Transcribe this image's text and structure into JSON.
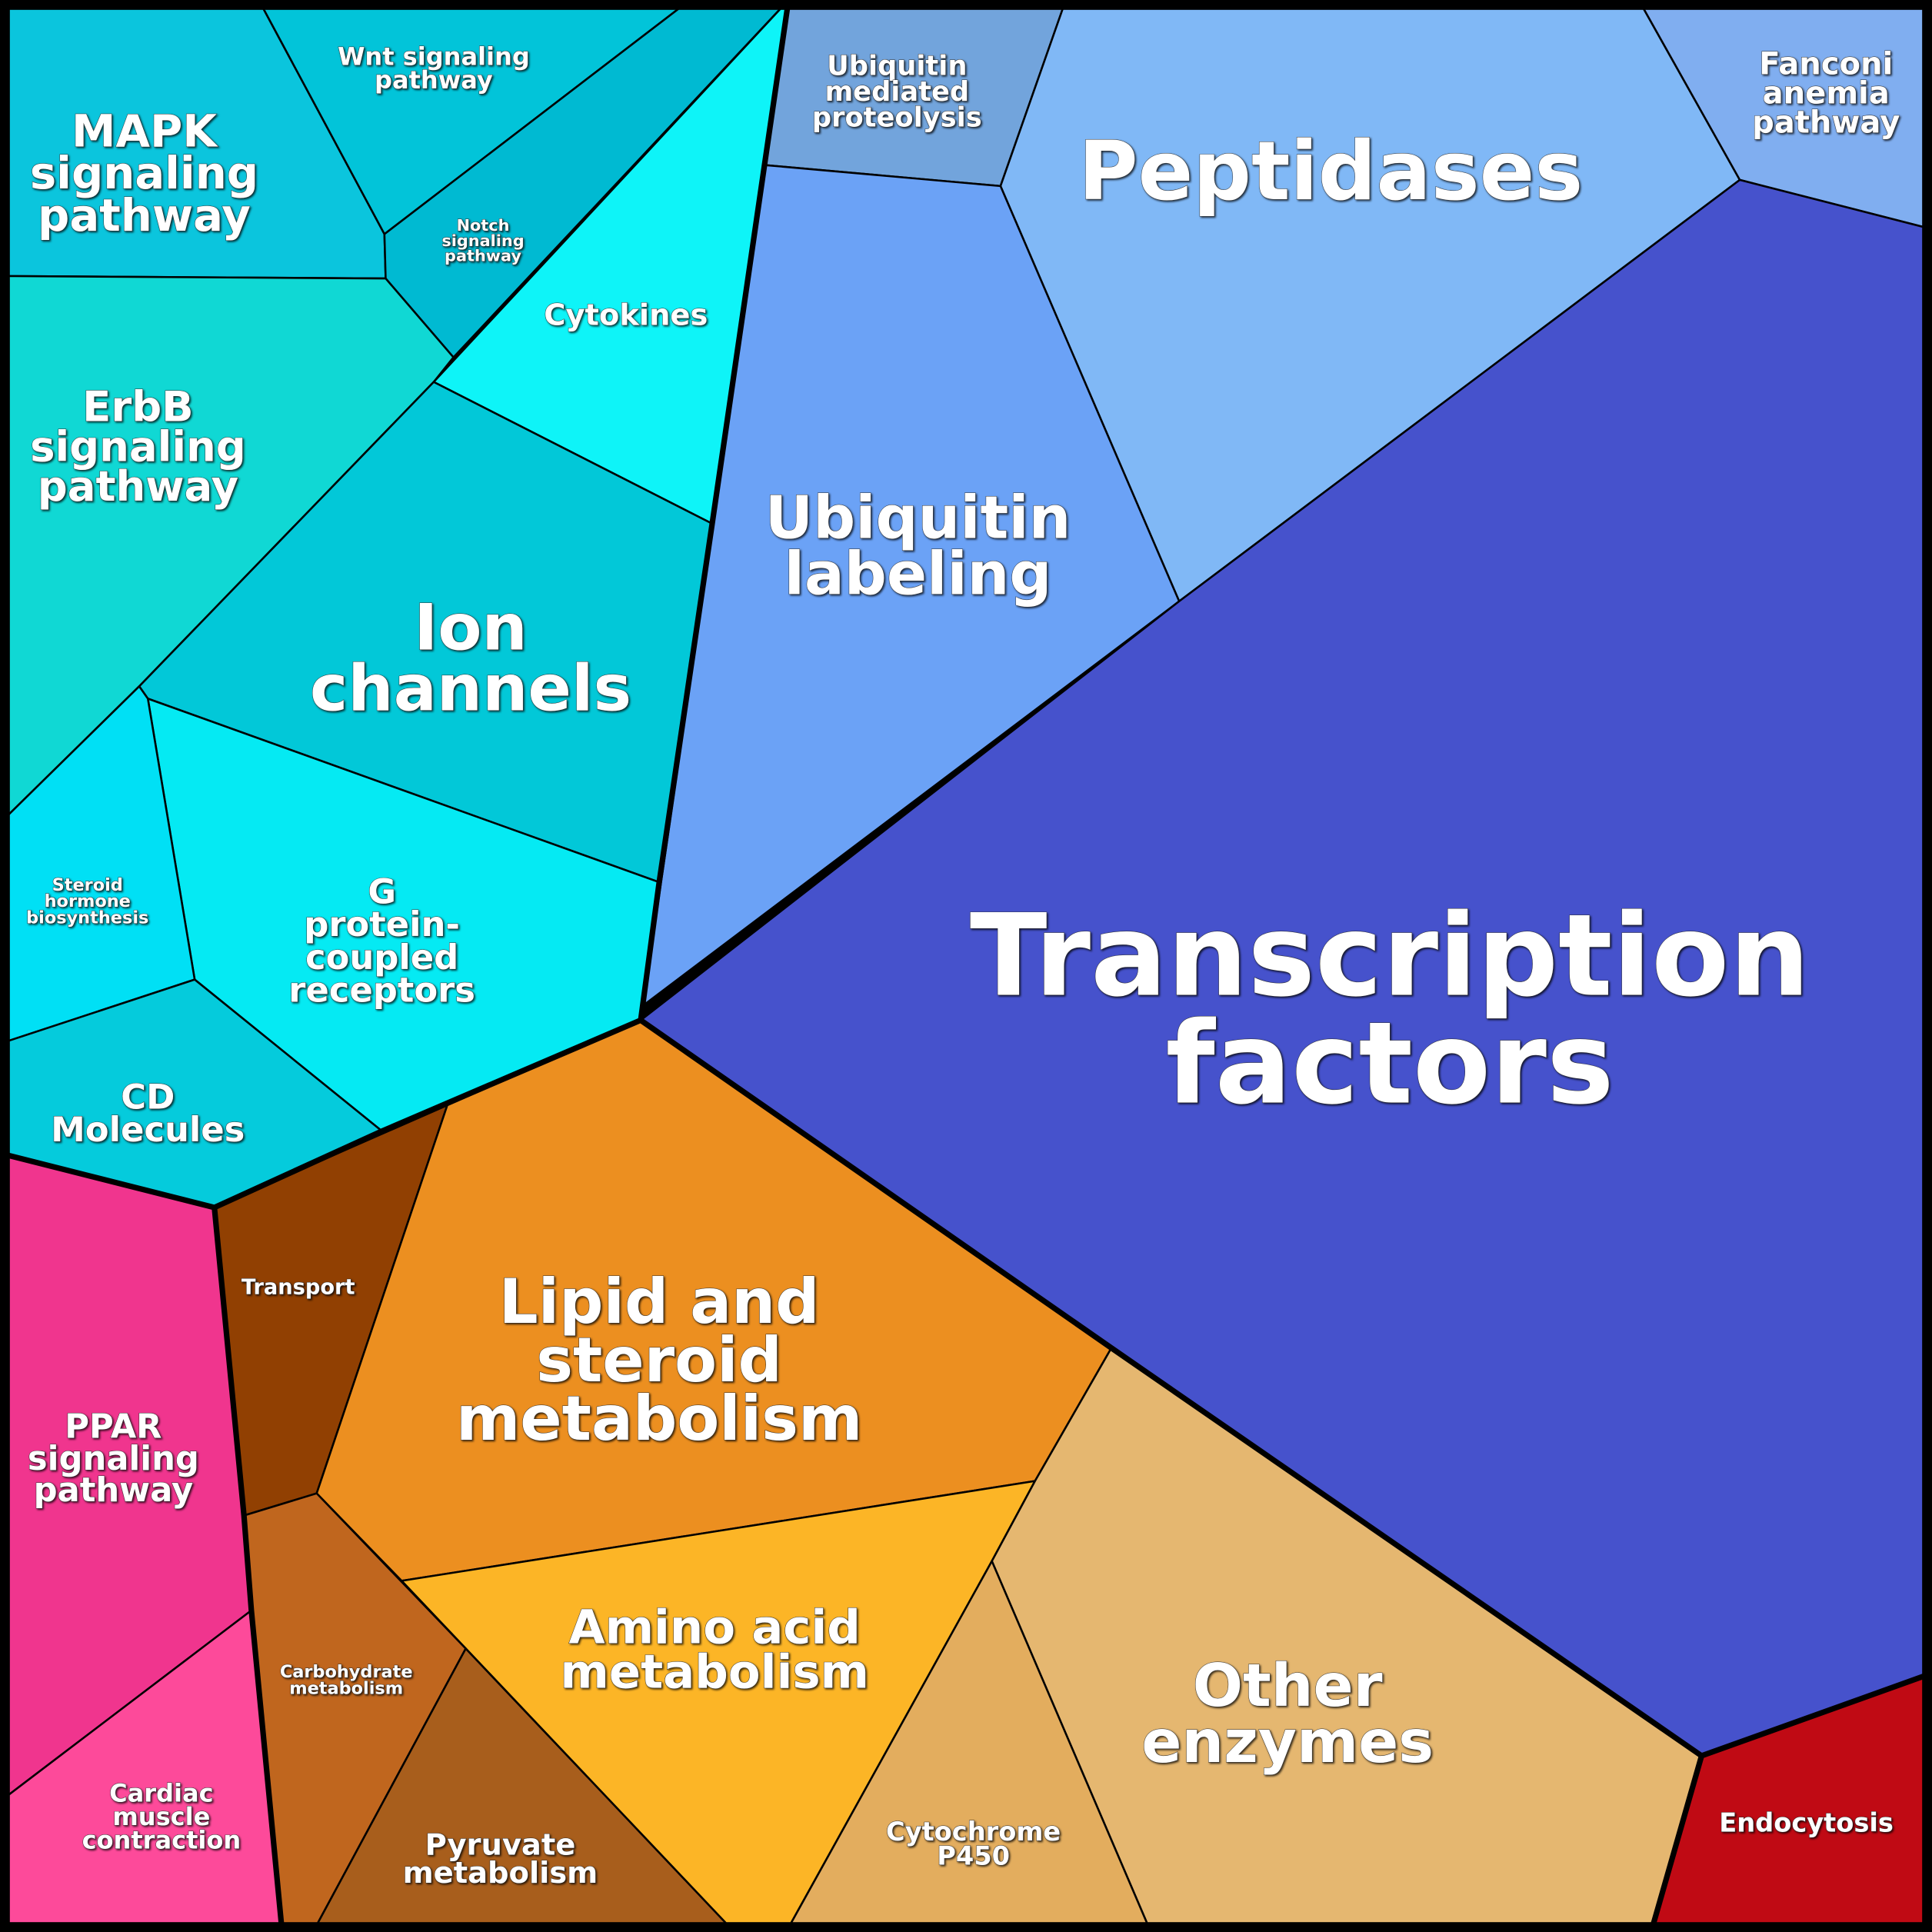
{
  "chart_data": {
    "type": "treemap",
    "subtype": "voronoi",
    "title": "",
    "cells": [
      {
        "id": "mapk",
        "lines": [
          "MAPK",
          "signaling",
          "pathway"
        ],
        "color": "#0bc5dd"
      },
      {
        "id": "wnt",
        "lines": [
          "Wnt signaling",
          "pathway"
        ],
        "color": "#02c4d9"
      },
      {
        "id": "notch",
        "lines": [
          "Notch",
          "signaling",
          "pathway"
        ],
        "color": "#00bad2"
      },
      {
        "id": "erbb",
        "lines": [
          "ErbB",
          "signaling",
          "pathway"
        ],
        "color": "#10d8d4"
      },
      {
        "id": "cytokines",
        "lines": [
          "Cytokines"
        ],
        "color": "#0ef4f8"
      },
      {
        "id": "ion",
        "lines": [
          "Ion",
          "channels"
        ],
        "color": "#02c8d8"
      },
      {
        "id": "gpcr",
        "lines": [
          "G",
          "protein-",
          "coupled",
          "receptors"
        ],
        "color": "#05eaf3"
      },
      {
        "id": "steroid",
        "lines": [
          "Steroid",
          "hormone",
          "biosynthesis"
        ],
        "color": "#00e0f5"
      },
      {
        "id": "cd",
        "lines": [
          "CD",
          "Molecules"
        ],
        "color": "#05cbdc"
      },
      {
        "id": "ubiqmed",
        "lines": [
          "Ubiquitin",
          "mediated",
          "proteolysis"
        ],
        "color": "#72a4dc"
      },
      {
        "id": "peptidases",
        "lines": [
          "Peptidases"
        ],
        "color": "#80b8f6"
      },
      {
        "id": "fanconi",
        "lines": [
          "Fanconi",
          "anemia",
          "pathway"
        ],
        "color": "#80aef0"
      },
      {
        "id": "ubiqlab",
        "lines": [
          "Ubiquitin",
          "labeling"
        ],
        "color": "#6ba2f6"
      },
      {
        "id": "tf",
        "lines": [
          "Transcription",
          "factors"
        ],
        "color": "#4652cc"
      },
      {
        "id": "transport",
        "lines": [
          "Transport"
        ],
        "color": "#914002"
      },
      {
        "id": "lipid",
        "lines": [
          "Lipid and",
          "steroid",
          "metabolism"
        ],
        "color": "#ec8f20"
      },
      {
        "id": "amino",
        "lines": [
          "Amino acid",
          "metabolism"
        ],
        "color": "#fcb526"
      },
      {
        "id": "other",
        "lines": [
          "Other",
          "enzymes"
        ],
        "color": "#e5b770"
      },
      {
        "id": "cyp",
        "lines": [
          "Cytochrome",
          "P450"
        ],
        "color": "#e3ad5e"
      },
      {
        "id": "carb",
        "lines": [
          "Carbohydrate",
          "metabolism"
        ],
        "color": "#c0661e"
      },
      {
        "id": "pyruvate",
        "lines": [
          "Pyruvate",
          "metabolism"
        ],
        "color": "#a85e1c"
      },
      {
        "id": "endocytosis",
        "lines": [
          "Endocytosis"
        ],
        "color": "#c00a14"
      },
      {
        "id": "ppar",
        "lines": [
          "PPAR",
          "signaling",
          "pathway"
        ],
        "color": "#f0358e"
      },
      {
        "id": "cardiac",
        "lines": [
          "Cardiac",
          "muscle",
          "contraction"
        ],
        "color": "#fd4a9a"
      }
    ]
  }
}
